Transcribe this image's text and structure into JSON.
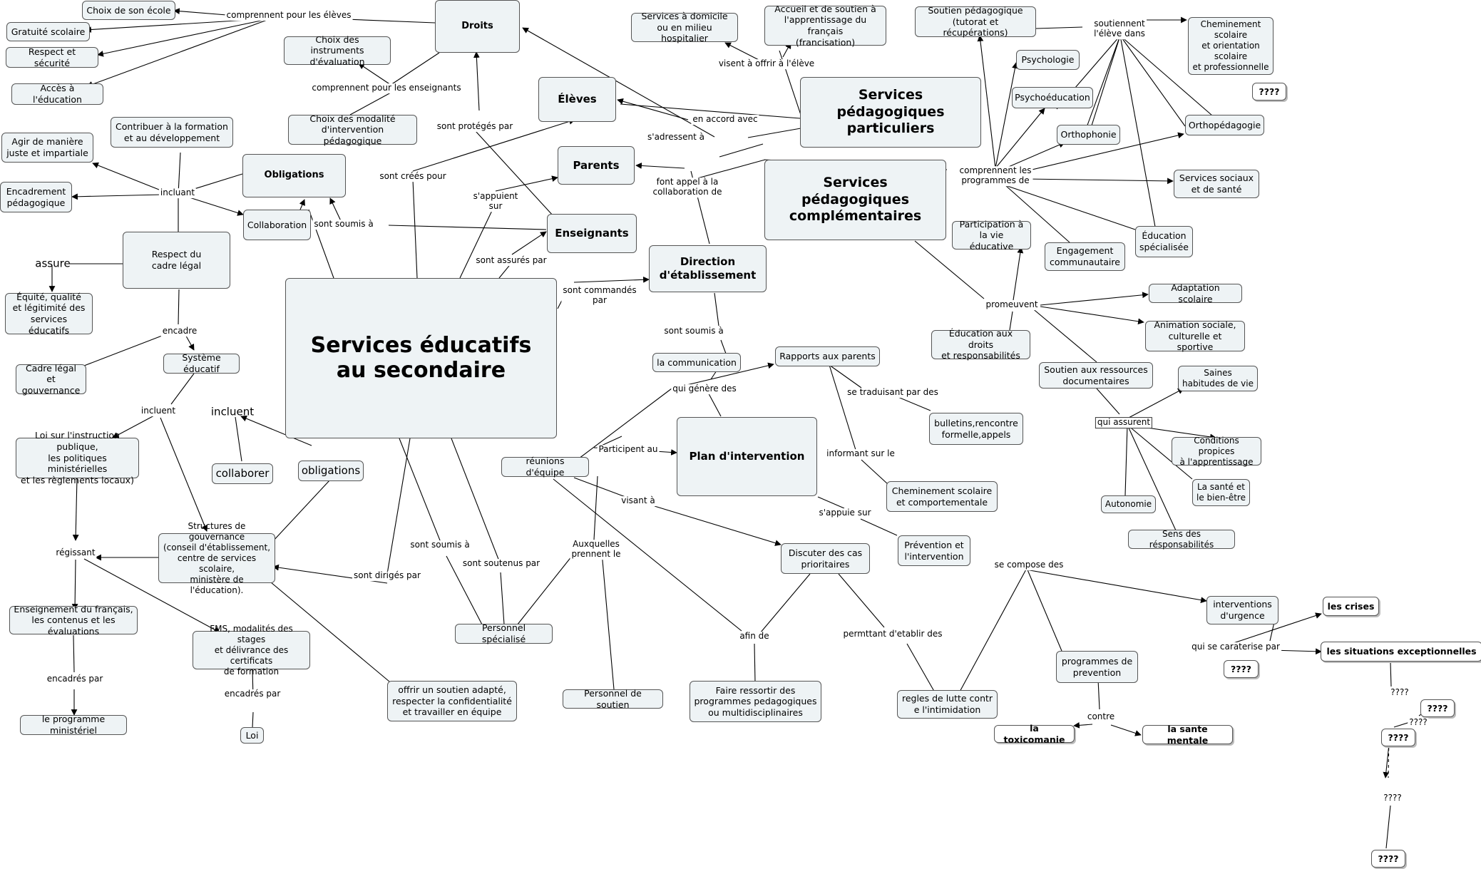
{
  "nodes": {
    "main": "Services éducatifs\nau secondaire",
    "droits": "Droits",
    "choix_ecole": "Choix de son école",
    "gratuite": "Gratuité scolaire",
    "respect_securite": "Respect et sécurité",
    "acces": "Accès à l'éducation",
    "choix_instruments": "Choix des instruments\nd'évaluation",
    "choix_modalite": "Choix des modalité\nd'intervention pédagogique",
    "eleves": "Élèves",
    "parents": "Parents",
    "enseignants": "Enseignants",
    "obligations_top": "Obligations",
    "collaboration": "Collaboration",
    "contribuer": "Contribuer à la formation\net au développement",
    "agir": "Agir de manière\njuste et impartiale",
    "encadrement": "Encadrement\npédagogique",
    "respect_cadre": "Respect du\ncadre légal",
    "equite": "Équité, qualité\net légitimité des\nservices éducatifs",
    "cadre_legal": "Cadre légal\net gouvernance",
    "systeme": "Système éducatif",
    "loi_instruction": "Loi sur l'instruction publique,\nles politiques ministérielles\net les règlements locaux)",
    "collaborer": "collaborer",
    "obligations_bottom": "obligations",
    "structures": "Structures de gouvernance\n(conseil d'établissement,\ncentre de services scolaire,\nministère de l'éducation).",
    "enseignement_fr": "Enseignement du français,\nles contenus et les évaluations",
    "fms": "FMS, modalités des stages\net  délivrance des certificats\nde formation",
    "programme_min": "le programme ministériel",
    "loi": "Loi",
    "offrir_soutien": "offrir un soutien adapté,\nrespecter la confidentialité\net travailler en équipe",
    "perso_specialise": "Personnel spécialisé",
    "perso_soutien": "Personnel de soutien",
    "reunions": "réunions d'équipe",
    "direction": "Direction\nd'établissement",
    "communication": "la communication",
    "rapports": "Rapports aux parents",
    "bulletins": "bulletins,rencontre\nformelle,appels",
    "cheminement_sc": "Cheminement scolaire\net comportementale",
    "plan": "Plan d'intervention",
    "discuter": "Discuter des cas\nprioritaires",
    "faire_ressortir": "Faire ressortir des\nprogrammes pedagogiques\nou multidisciplinaires",
    "regles": "regles de lutte contr\ne l'intimidation",
    "prevention": "Prévention et\nl'intervention",
    "prog_prevention": "programmes de\nprevention",
    "toxicomanie": "la toxicomanie",
    "sante_mentale": "la sante mentale",
    "interventions_urgence": "interventions\nd'urgence",
    "crises": "les crises",
    "situations": "les  situations exceptionnelles",
    "q1": "????",
    "q2": "????",
    "q3": "????",
    "q4": "????",
    "q5": "????",
    "services_domicile": "Services à domicile\nou en milieu hospitalier",
    "accueil": "Accueil et de soutien à\nl'apprentissage du français\n(francisation)",
    "sp_particuliers": "Services pédagogiques\nparticuliers",
    "sp_complementaires": "Services pédagogiques\ncomplémentaires",
    "soutien_ped": "Soutien pédagogique\n(tutorat et récupérations)",
    "psychologie": "Psychologie",
    "psychoeducation": "Psychoéducation",
    "orthophonie": "Orthophonie",
    "orthopedagogie": "Orthopédagogie",
    "cheminement_orient": "Cheminement\nscolaire\net orientation\nscolaire\net professionnelle",
    "services_sociaux": "Services sociaux\net de santé",
    "education_specialisee": "Éducation\nspécialisée",
    "engagement": "Engagement\ncommunautaire",
    "participation": "Participation à\nla vie éducative",
    "education_droits": "Éducation aux droits\net responsabilités",
    "adaptation": "Adaptation scolaire",
    "animation": "Animation sociale,\nculturelle et sportive",
    "soutien_ressources": "Soutien aux ressources\ndocumentaires",
    "saines": "Saines\nhabitudes de vie",
    "conditions": "Conditions propices\nà l'apprentissage",
    "sante_bien": "La santé et\nle bien-être",
    "autonomie": "Autonomie",
    "sens": "Sens des résponsabilités"
  },
  "links": {
    "comprennent_eleves": "comprennent pour les élèves",
    "comprennent_enseignants": "comprennent pour les enseignants",
    "sont_proteges": "sont protégés par",
    "sont_crees": "sont créés pour",
    "sappuient": "s'appuient\nsur",
    "sont_assures": "sont assurés par",
    "sont_soumis_obl": "sont soumis à",
    "incluant": "incluant",
    "assure": "assure",
    "encadre": "encadre",
    "incluent_sys": "incluent",
    "incluent_big": "incluent",
    "regissant": "régissant",
    "encadres_par1": "encadrés par",
    "encadres_par2": "encadrés par",
    "sont_diriges": "sont dirigés par",
    "sont_soumis_bottom": "sont soumis à",
    "sont_soutenus": "sont soutenus par",
    "auxquelles": "Auxquelles\nprennent  le",
    "sont_commandes": "sont commandés\npar",
    "sont_soumis_dir": "sont soumis à",
    "qui_genere": "qui génère des",
    "se_traduisant": "se traduisant par des",
    "informant": "informant sur le",
    "participent": "Participent au",
    "visant": "visant à",
    "afin_de": "afin de",
    "permttant": "permttant d'etablir des",
    "sappuie": "s'appuie sur",
    "se_compose": "se compose des",
    "contre": "contre",
    "qui_caracterise": "qui se caraterise par",
    "q_a": "????",
    "q_b": "????",
    "q_c": "????",
    "visent": "visent à offrir à l'élève",
    "en_accord": "en accord avec",
    "sadressent": "s'adressent à",
    "font_appel": "font appel à la\ncollaboration de",
    "soutiennent": "soutiennent\nl'élève dans",
    "comprennent_prog": "comprennent les\nprogrammes de",
    "promeuvent": "promeuvent",
    "qui_assurent": "qui assurent"
  },
  "colors": {
    "node_fill": "#eef3f5",
    "node_border": "#555555",
    "line": "#000000"
  }
}
